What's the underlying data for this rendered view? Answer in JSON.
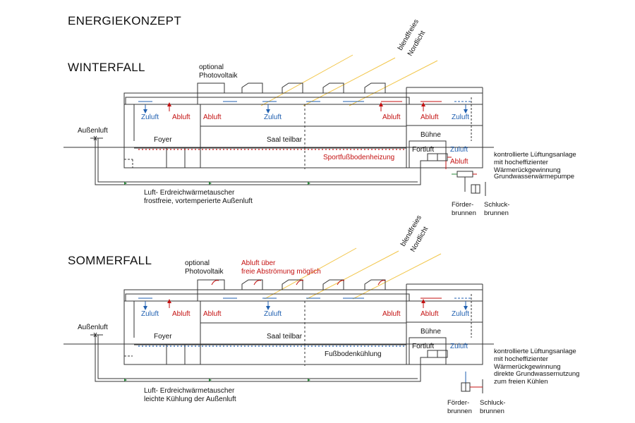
{
  "title": "ENERGIEKONZEPT",
  "colors": {
    "zuluft": "#1f5fb0",
    "abluft": "#c41212",
    "sun": "#f2c64a",
    "lines": "#333333",
    "pipe": "#2a8a3a"
  },
  "winter": {
    "heading": "WINTERFALL",
    "photovoltaik": [
      "optional",
      "Photovoltaik"
    ],
    "nordlicht": [
      "blendfreies",
      "Nordlicht"
    ],
    "zuluft": "Zuluft",
    "abluft": "Abluft",
    "aussenluft": "Außenluft",
    "foyer": "Foyer",
    "saal": "Saal teilbar",
    "buehne": "Bühne",
    "fortluft": "Fortluft",
    "floor": "Sportfußbodenheizung",
    "exchanger": [
      "Luft- Erdreichwärmetauscher",
      "frostfreie, vortemperierte Außenluft"
    ],
    "ventilation": [
      "kontrollierte Lüftungsanlage",
      "mit hocheffizienter",
      "Wärmerückgewinnung",
      "Grundwasserwärmepumpe"
    ],
    "foerder": [
      "Förder-",
      "brunnen"
    ],
    "schluck": [
      "Schluck-",
      "brunnen"
    ]
  },
  "summer": {
    "heading": "SOMMERFALL",
    "photovoltaik": [
      "optional",
      "Photovoltaik"
    ],
    "abluft_note": [
      "Abluft über",
      "freie Abströmung möglich"
    ],
    "nordlicht": [
      "blendfreies",
      "Nordlicht"
    ],
    "zuluft": "Zuluft",
    "abluft": "Abluft",
    "aussenluft": "Außenluft",
    "foyer": "Foyer",
    "saal": "Saal teilbar",
    "buehne": "Bühne",
    "fortluft": "Fortluft",
    "floor": "Fußbodenkühlung",
    "exchanger": [
      "Luft- Erdreichwärmetauscher",
      "leichte Kühlung der Außenluft"
    ],
    "ventilation": [
      "kontrollierte Lüftungsanlage",
      "mit hocheffizienter",
      "Wärmerückgewinnung",
      "direkte Grundwassernutzung",
      "zum freien Kühlen"
    ],
    "foerder": [
      "Förder-",
      "brunnen"
    ],
    "schluck": [
      "Schluck-",
      "brunnen"
    ]
  }
}
